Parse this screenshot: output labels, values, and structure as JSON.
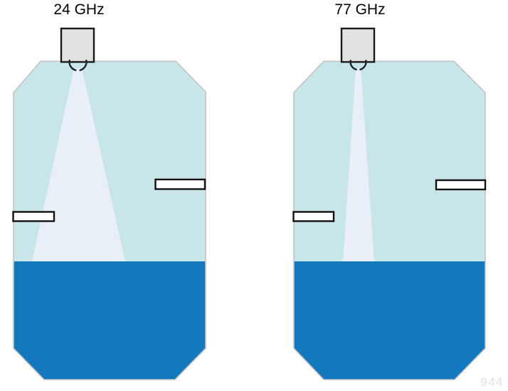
{
  "page": {
    "watermark": "944"
  },
  "colors": {
    "tank_headspace": "#c8e6ea",
    "tank_outline": "#c6c2c5",
    "liquid": "#1478bc",
    "beam": "#e9eff6",
    "sensor_fill": "#e2e2e2",
    "sensor_stroke": "#1a1a1a",
    "horn_stroke": "#17262d",
    "obstacle_fill": "#ffffff",
    "obstacle_stroke": "#111111"
  },
  "diagram": {
    "type": "radar-level-measurement-comparison",
    "tanks": [
      {
        "label": "24 GHz",
        "beam": "wide",
        "obstacles": 2,
        "liquid_level": "low"
      },
      {
        "label": "77 GHz",
        "beam": "narrow",
        "obstacles": 2,
        "liquid_level": "low"
      }
    ]
  }
}
